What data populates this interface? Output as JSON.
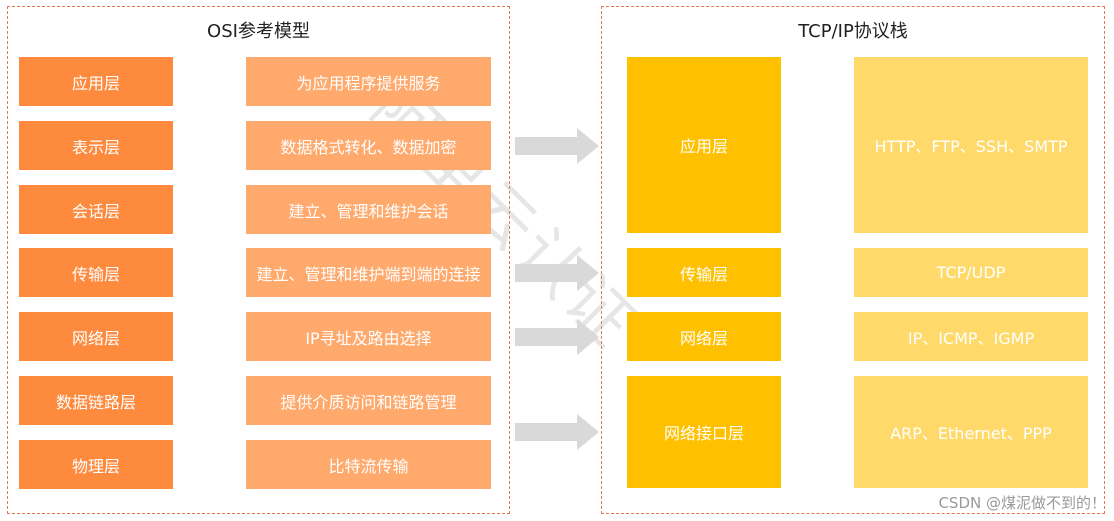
{
  "osi": {
    "title": "OSI参考模型",
    "layers": [
      {
        "name": "应用层",
        "desc": "为应用程序提供服务"
      },
      {
        "name": "表示层",
        "desc": "数据格式转化、数据加密"
      },
      {
        "name": "会话层",
        "desc": "建立、管理和维护会话"
      },
      {
        "name": "传输层",
        "desc": "建立、管理和维护端到端的连接"
      },
      {
        "name": "网络层",
        "desc": "IP寻址及路由选择"
      },
      {
        "name": "数据链路层",
        "desc": "提供介质访问和链路管理"
      },
      {
        "name": "物理层",
        "desc": "比特流传输"
      }
    ]
  },
  "tcpip": {
    "title": "TCP/IP协议栈",
    "layers": [
      {
        "name": "应用层",
        "protocols": "HTTP、FTP、SSH、SMTP"
      },
      {
        "name": "传输层",
        "protocols": "TCP/UDP"
      },
      {
        "name": "网络层",
        "protocols": "IP、ICMP、IGMP"
      },
      {
        "name": "网络接口层",
        "protocols": "ARP、Ethernet、PPP"
      }
    ]
  },
  "watermark": "阿里云认证",
  "footer": "CSDN @煤泥做不到的！",
  "colors": {
    "osi_layer": "#fe8a3e",
    "osi_desc": "#ffa96c",
    "tcp_layer": "#ffc000",
    "tcp_proto": "#ffd96a",
    "arrow": "#d9d9d9",
    "border": "#e07a52"
  }
}
